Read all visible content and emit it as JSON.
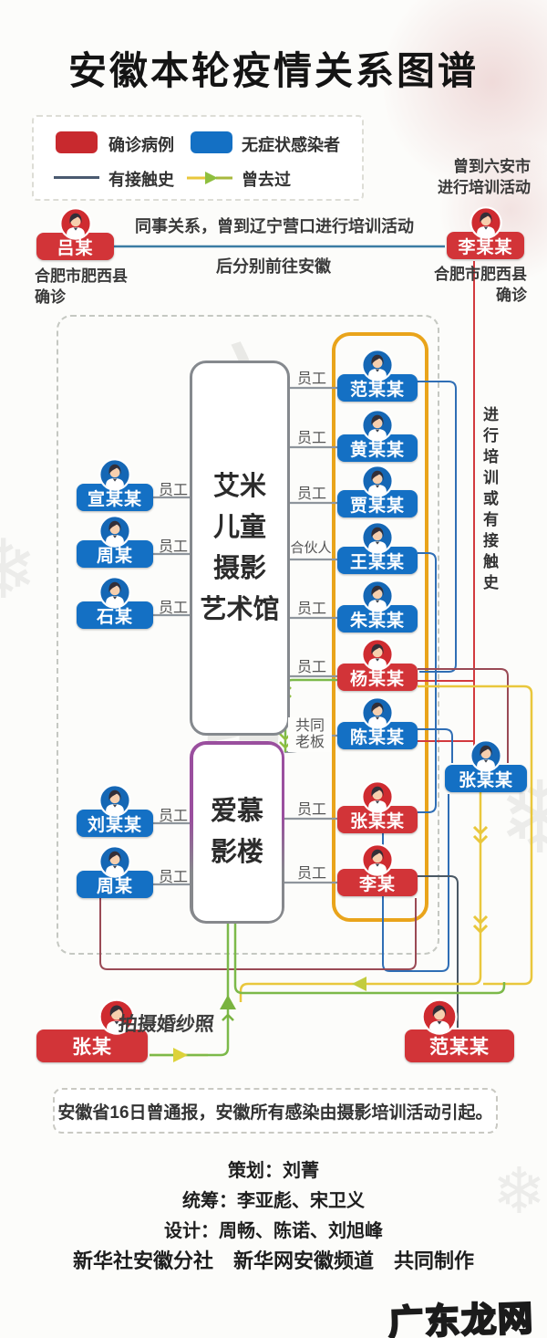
{
  "title": "安徽本轮疫情关系图谱",
  "legend": {
    "confirmed": "确诊病例",
    "asymptomatic": "无症状感染者",
    "contact": "有接触史",
    "visited": "曾去过"
  },
  "top": {
    "luan_note": "曾到六安市\n进行培训活动",
    "left_person": {
      "name": "吕某",
      "status": "合肥市肥西县\n确诊"
    },
    "right_person": {
      "name": "李某某",
      "status": "合肥市肥西县\n确诊"
    },
    "relation_line1": "同事关系，曾到辽宁营口进行培训活动",
    "relation_line2": "后分别前往安徽"
  },
  "bg_watermark": "六安东南贸城",
  "studios": {
    "aimi": "艾米\n儿童\n摄影\n艺术馆",
    "aimu": "爱慕\n影楼"
  },
  "right_nodes": [
    {
      "name": "范某某",
      "type": "blue",
      "relation": "员工"
    },
    {
      "name": "黄某某",
      "type": "blue",
      "relation": "员工"
    },
    {
      "name": "贾某某",
      "type": "blue",
      "relation": "员工"
    },
    {
      "name": "王某某",
      "type": "blue",
      "relation": "合伙人"
    },
    {
      "name": "朱某某",
      "type": "blue",
      "relation": "员工"
    },
    {
      "name": "杨某某",
      "type": "red",
      "relation": "员工"
    },
    {
      "name": "陈某某",
      "type": "blue",
      "relation": "共同\n老板"
    },
    {
      "name": "张某某",
      "type": "red",
      "relation": "员工"
    },
    {
      "name": "李某",
      "type": "red",
      "relation": "员工"
    }
  ],
  "left_nodes": [
    {
      "name": "宣某某",
      "relation": "员工"
    },
    {
      "name": "周某",
      "relation": "员工"
    },
    {
      "name": "石某",
      "relation": "员工"
    },
    {
      "name": "刘某某",
      "relation": "员工"
    },
    {
      "name": "周某",
      "relation": "员工"
    }
  ],
  "side_node": {
    "name": "张某某"
  },
  "side_note": "进行培训或有接触史",
  "bottom": {
    "left_person": {
      "name": "张某"
    },
    "right_person": {
      "name": "范某某"
    },
    "wedding_label": "拍摄婚纱照"
  },
  "notice": "安徽省16日曾通报，安徽所有感染由摄影培训活动引起。",
  "credits": {
    "line1": "策划：刘菁",
    "line2": "统筹：李亚彪、宋卫义",
    "line3": "设计：周畅、陈诺、刘旭峰",
    "line4": "新华社安徽分社　新华网安徽频道　共同制作"
  },
  "site_watermark": "广东龙网",
  "deco": {
    "snowflake": "❄"
  },
  "colors": {
    "confirmed": "#d23438",
    "asymptomatic": "#1470c4",
    "orange_frame": "#e9a41b",
    "purple_frame": "#9a4f9e",
    "contact_line": "#4a5a70",
    "visited_line": "#e9c73c",
    "visited_arrow": "#8fbf3f"
  }
}
